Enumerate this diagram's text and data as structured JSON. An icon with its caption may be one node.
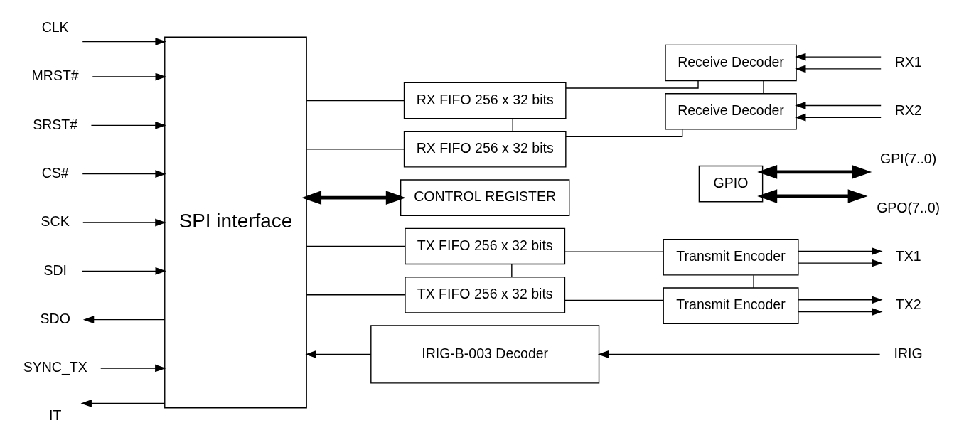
{
  "diagram": {
    "nodes": [
      {
        "text": [
          "SPI interface"
        ]
      },
      {
        "text": [
          "RX FIFO 256 x 32 bits"
        ]
      },
      {
        "text": [
          "RX FIFO 256 x 32 bits"
        ]
      },
      {
        "text": [
          "Receive Decoder"
        ]
      },
      {
        "text": [
          "Receive Decoder"
        ]
      },
      {
        "text": [
          "CONTROL REGISTER"
        ]
      },
      {
        "text": [
          "GPIO"
        ]
      },
      {
        "text": [
          "TX FIFO 256 x 32 bits"
        ]
      },
      {
        "text": [
          "TX FIFO 256 x 32 bits"
        ]
      },
      {
        "text": [
          "Transmit Encoder"
        ]
      },
      {
        "text": [
          "Transmit Encoder"
        ]
      },
      {
        "text": [
          "IRIG-B-003 Decoder"
        ]
      },
      {
        "text": [
          "CLK"
        ]
      },
      {
        "text": [
          "MRST#"
        ]
      },
      {
        "text": [
          "SRST#"
        ]
      },
      {
        "text": [
          "CS#"
        ]
      },
      {
        "text": [
          "SCK"
        ]
      },
      {
        "text": [
          "SDI"
        ]
      },
      {
        "text": [
          "SDO"
        ]
      },
      {
        "text": [
          "SYNC_TX"
        ]
      },
      {
        "text": [
          "IT"
        ]
      },
      {
        "text": [
          "RX1"
        ]
      },
      {
        "text": [
          "RX2"
        ]
      },
      {
        "text": [
          "GPI(7..0)"
        ]
      },
      {
        "text": [
          "GPO(7..0)"
        ]
      },
      {
        "text": [
          "TX1"
        ]
      },
      {
        "text": [
          "TX2"
        ]
      },
      {
        "text": [
          "IRIG"
        ]
      }
    ],
    "edges": [
      {
        "from": 12,
        "to": 0,
        "arrow": "to"
      },
      {
        "from": 13,
        "to": 0,
        "arrow": "to"
      },
      {
        "from": 14,
        "to": 0,
        "arrow": "to"
      },
      {
        "from": 15,
        "to": 0,
        "arrow": "to"
      },
      {
        "from": 16,
        "to": 0,
        "arrow": "to"
      },
      {
        "from": 17,
        "to": 0,
        "arrow": "to"
      },
      {
        "from": 0,
        "to": 18,
        "arrow": "to"
      },
      {
        "from": 19,
        "to": 0,
        "arrow": "to"
      },
      {
        "from": 0,
        "to": 20,
        "arrow": "to"
      },
      {
        "from": 0,
        "to": 1,
        "arrow": "none"
      },
      {
        "from": 0,
        "to": 2,
        "arrow": "none"
      },
      {
        "from": 1,
        "to": 2,
        "arrow": "none"
      },
      {
        "from": 1,
        "to": 3,
        "arrow": "none"
      },
      {
        "from": 2,
        "to": 4,
        "arrow": "none"
      },
      {
        "from": 3,
        "to": 4,
        "arrow": "none"
      },
      {
        "from": 21,
        "to": 3,
        "arrow": "to"
      },
      {
        "from": 21,
        "to": 3,
        "arrow": "to"
      },
      {
        "from": 22,
        "to": 4,
        "arrow": "to"
      },
      {
        "from": 22,
        "to": 4,
        "arrow": "to"
      },
      {
        "from": 0,
        "to": 5,
        "arrow": "both",
        "style": "thick"
      },
      {
        "from": 6,
        "to": 23,
        "arrow": "both",
        "style": "thick"
      },
      {
        "from": 6,
        "to": 24,
        "arrow": "both",
        "style": "thick"
      },
      {
        "from": 0,
        "to": 7,
        "arrow": "none"
      },
      {
        "from": 0,
        "to": 8,
        "arrow": "none"
      },
      {
        "from": 7,
        "to": 8,
        "arrow": "none"
      },
      {
        "from": 7,
        "to": 9,
        "arrow": "none"
      },
      {
        "from": 8,
        "to": 10,
        "arrow": "none"
      },
      {
        "from": 9,
        "to": 10,
        "arrow": "none"
      },
      {
        "from": 9,
        "to": 25,
        "arrow": "to"
      },
      {
        "from": 9,
        "to": 25,
        "arrow": "to"
      },
      {
        "from": 10,
        "to": 26,
        "arrow": "to"
      },
      {
        "from": 10,
        "to": 26,
        "arrow": "to"
      },
      {
        "from": 27,
        "to": 11,
        "arrow": "to"
      },
      {
        "from": 11,
        "to": 0,
        "arrow": "to"
      }
    ]
  }
}
